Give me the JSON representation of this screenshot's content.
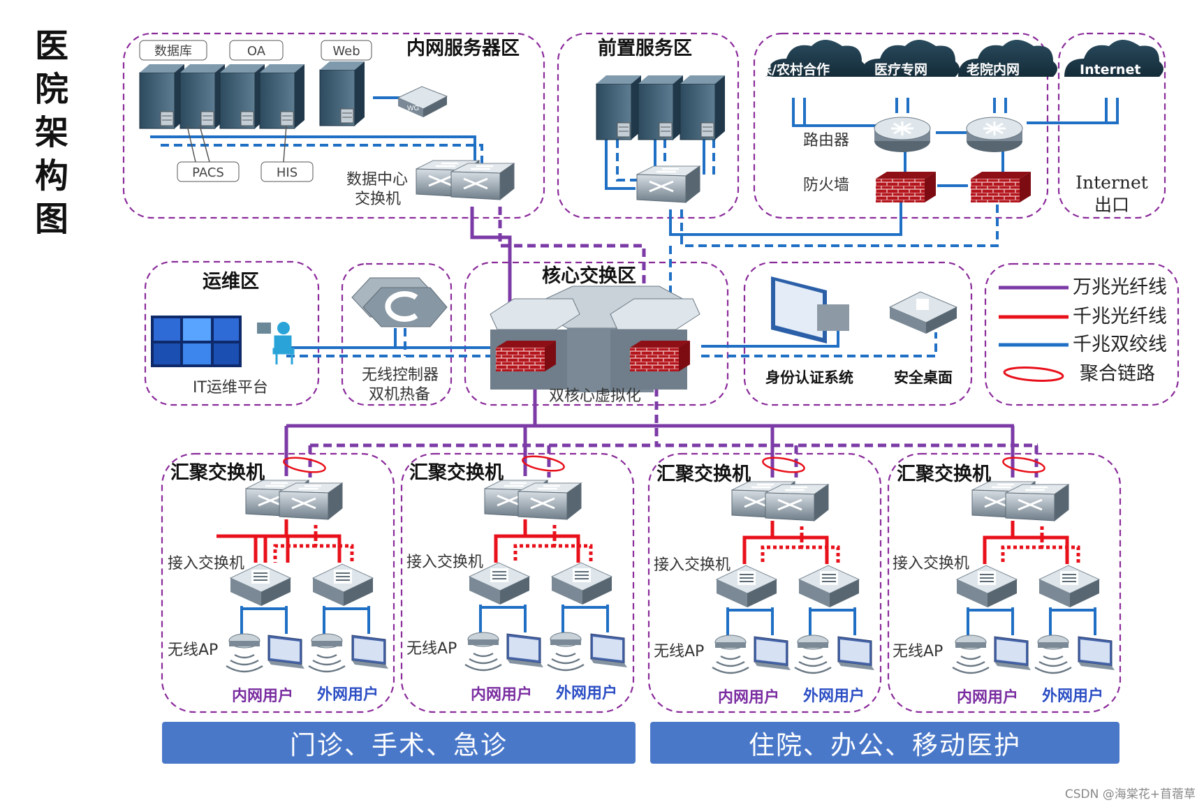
{
  "title": [
    "医",
    "院",
    "架",
    "构",
    "图"
  ],
  "zones": {
    "intranet": "内网服务器区",
    "front": "前置服务区",
    "internet_exit": "Internet\n出口",
    "ops": "运维区",
    "core": "核心交换区"
  },
  "server_tags": [
    "数据库",
    "OA",
    "Web",
    "PACS",
    "HIS"
  ],
  "wg_label": "WG",
  "dc_switch": [
    "数据中心",
    "交换机"
  ],
  "clouds": [
    "保/农村合作",
    "医疗专网",
    "老院内网",
    "Internet"
  ],
  "router_label": "路由器",
  "firewall_label": "防火墙",
  "internet_exit_lines": [
    "Internet",
    "出口"
  ],
  "ops_platform": "IT运维平台",
  "wireless_ctrl": [
    "无线控制器",
    "双机热备"
  ],
  "core_label": "双核心虚拟化",
  "identity": "身份认证系统",
  "secure_desktop": "安全桌面",
  "legend": [
    {
      "label": "万兆光纤线",
      "color": "#7b3aa6",
      "kind": "line"
    },
    {
      "label": "千兆光纤线",
      "color": "#e8101a",
      "kind": "line"
    },
    {
      "label": "千兆双绞线",
      "color": "#1f6fc4",
      "kind": "line"
    },
    {
      "label": "聚合链路",
      "color": "#e8101a",
      "kind": "ellipse"
    }
  ],
  "agg_switch": "汇聚交换机",
  "access_switch": "接入交换机",
  "wireless_ap": "无线AP",
  "intranet_user": "内网用户",
  "extranet_user": "外网用户",
  "banners": [
    "门诊、手术、急诊",
    "住院、办公、移动医护"
  ],
  "watermark": "CSDN @海棠花+苜蓿草"
}
